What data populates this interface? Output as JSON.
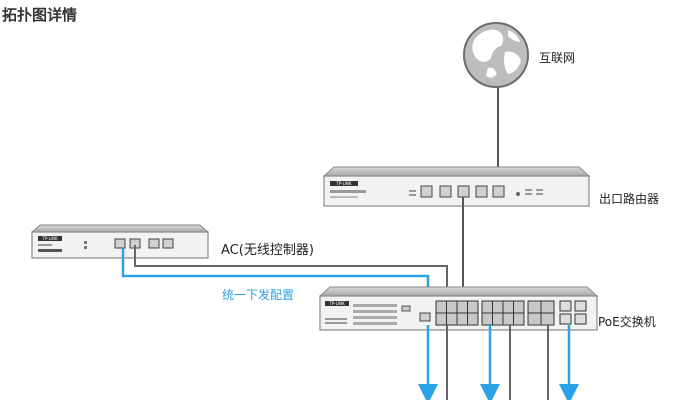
{
  "title": "拓扑图详情",
  "nodes": {
    "internet": {
      "label": "互联网",
      "icon": "globe-icon"
    },
    "router": {
      "label": "出口路由器",
      "brand": "TP-LINK"
    },
    "ac": {
      "label": "AC(无线控制器)",
      "brand": "TP-LINK"
    },
    "poe_switch": {
      "label": "PoE交换机",
      "brand": "TP-LINK"
    }
  },
  "annotations": {
    "unified_config": "统一下发配置"
  },
  "colors": {
    "config_line": "#2aa3e6",
    "data_line": "#6b6b6b",
    "device_body": "#eeeeee",
    "device_border": "#9a9a9a"
  }
}
